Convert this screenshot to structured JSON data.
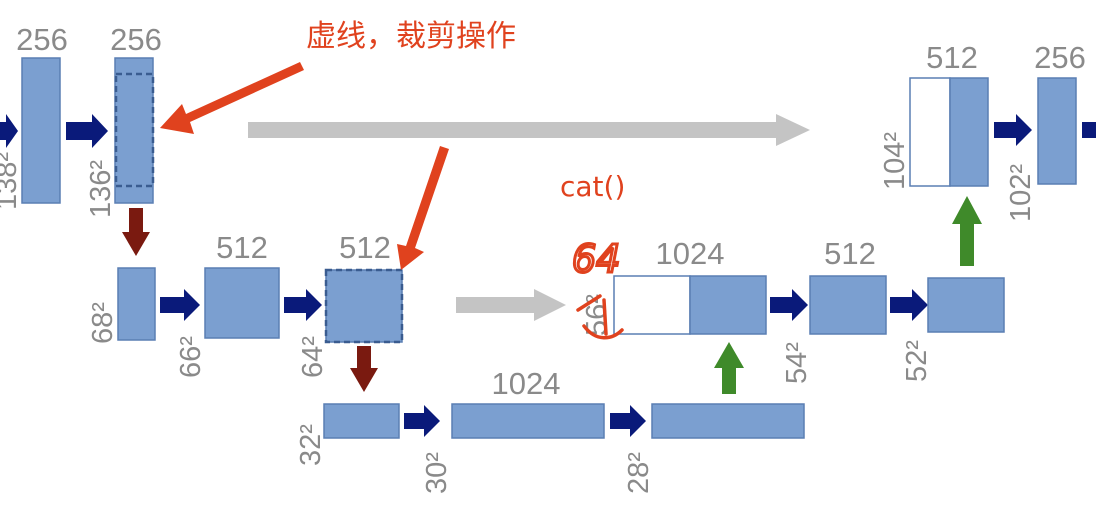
{
  "annotations": {
    "dashed_crop": "虚线，裁剪操作",
    "cat": "cat()",
    "handwritten": "64"
  },
  "labels": {
    "c256_a": "256",
    "c256_b": "256",
    "c512_a": "512",
    "c512_b": "512",
    "c1024_a": "1024",
    "c1024_b": "1024",
    "c512_c": "512",
    "c512_d": "512",
    "c256_c": "256"
  },
  "dims": {
    "d138": "138²",
    "d136": "136²",
    "d68": "68²",
    "d66": "66²",
    "d64": "64²",
    "d32": "32²",
    "d30": "30²",
    "d28": "28²",
    "d56": "56²",
    "d54": "54²",
    "d52": "52²",
    "d104": "104²",
    "d102": "102²"
  },
  "colors": {
    "block_fill": "#7b9fd0",
    "block_stroke": "#5a7fb3",
    "arrow_navy": "#0a1a7a",
    "arrow_darkred": "#7a1a10",
    "arrow_green": "#3f8a2a",
    "arrow_gray": "#c4c4c4",
    "annotation_red": "#e0421e"
  }
}
